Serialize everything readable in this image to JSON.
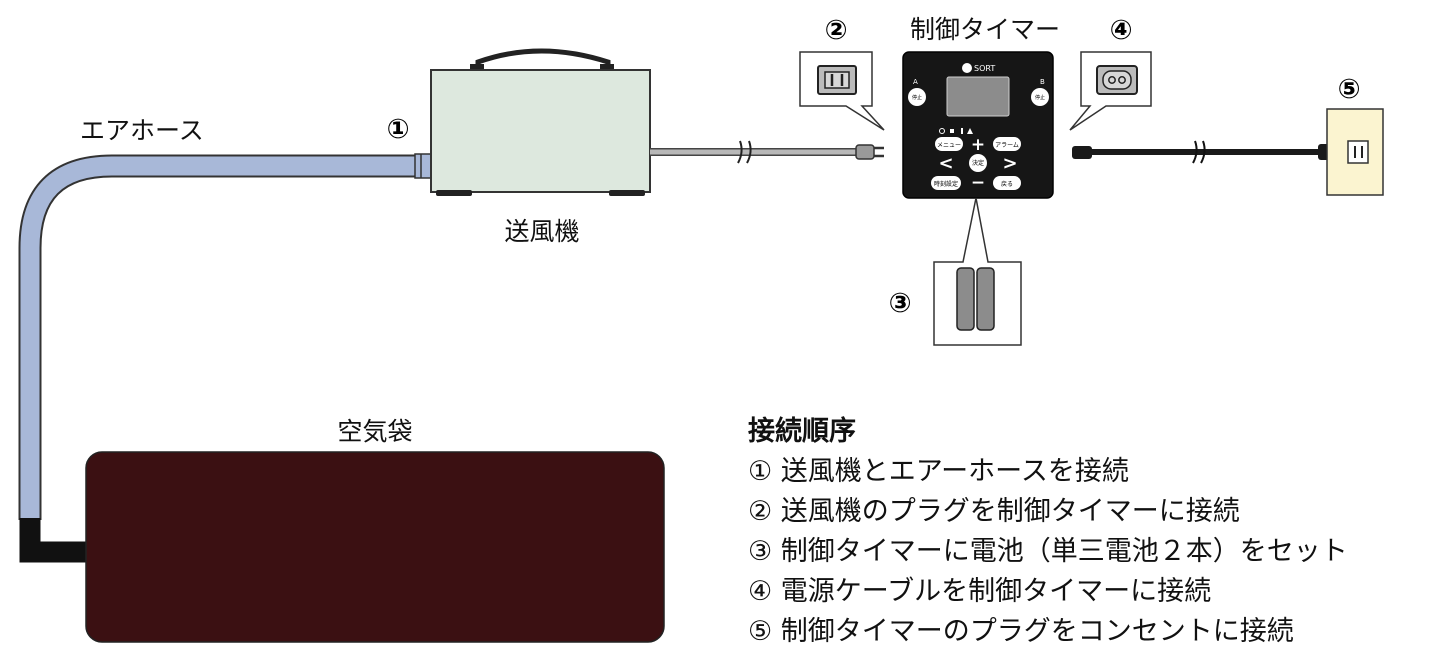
{
  "labels": {
    "air_hose": "エアホース",
    "blower": "送風機",
    "air_bag": "空気袋",
    "timer": "制御タイマー",
    "n1": "①",
    "n2": "②",
    "n3": "③",
    "n4": "④",
    "n5": "⑤"
  },
  "timer_panel": {
    "brand": "SORT",
    "left_tag": "A",
    "right_tag": "B",
    "stop_left": "停止",
    "stop_right": "停止",
    "menu_btn": "メニュー",
    "alarm_btn": "アラーム",
    "ok_btn": "決定",
    "clock_btn": "時刻設定",
    "back_btn": "戻る",
    "plus": "+",
    "minus": "−",
    "left_arrow": "<",
    "right_arrow": ">"
  },
  "steps": {
    "title": "接続順序",
    "items": [
      "① 送風機とエアーホースを接続",
      "② 送風機のプラグを制御タイマーに接続",
      "③ 制御タイマーに電池（単三電池２本）をセット",
      "④ 電源ケーブルを制御タイマーに接続",
      "⑤ 制御タイマーのプラグをコンセントに接続"
    ]
  },
  "colors": {
    "hose": "#a8b8d8",
    "blower_body": "#dde8de",
    "air_bag": "#3b1012",
    "timer_body": "#161616",
    "outlet_plate": "#fbf4d0",
    "outline": "#333333"
  }
}
